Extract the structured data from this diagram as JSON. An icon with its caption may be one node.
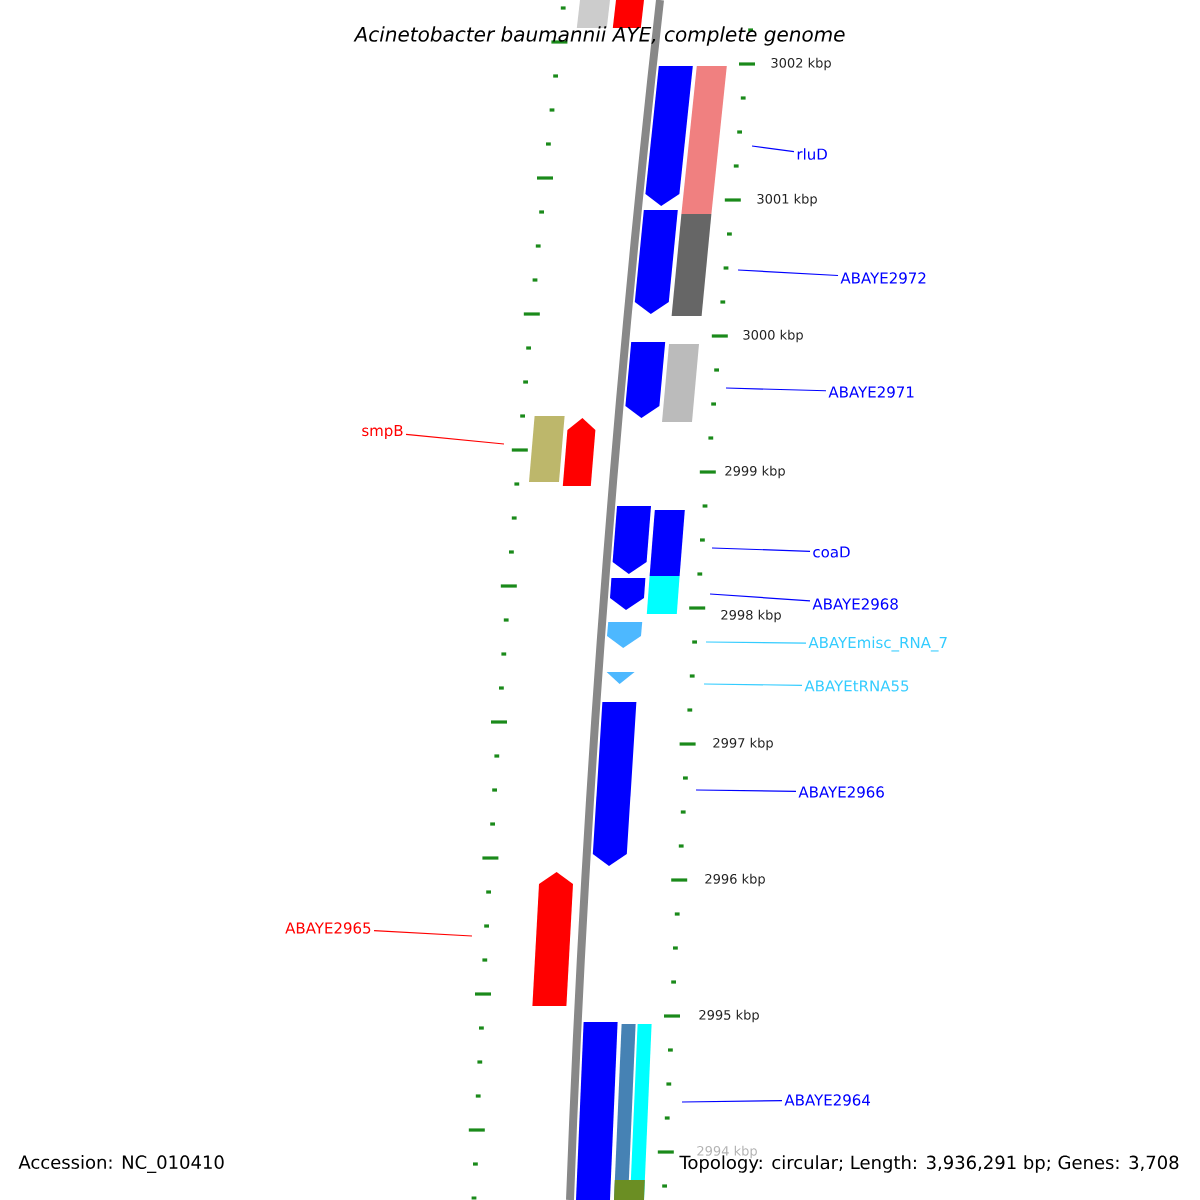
{
  "diagram": {
    "title": "Acinetobacter baumannii AYE, complete genome",
    "nodes": [
      {
        "text": [
          "rluD"
        ]
      },
      {
        "text": [
          "ABAYE2972"
        ]
      },
      {
        "text": [
          "ABAYE2971"
        ]
      },
      {
        "text": [
          "smpB"
        ]
      },
      {
        "text": [
          "coaD"
        ]
      },
      {
        "text": [
          "ABAYE2968"
        ]
      },
      {
        "text": [
          "ABAYEmisc_RNA_7"
        ]
      },
      {
        "text": [
          "ABAYEtRNA55"
        ]
      },
      {
        "text": [
          "ABAYE2966"
        ]
      },
      {
        "text": [
          "ABAYE2965"
        ]
      },
      {
        "text": [
          "ABAYE2964"
        ]
      }
    ],
    "edges": [
      {
        "from": 0,
        "to": null,
        "arrow": "none"
      },
      {
        "from": 1,
        "to": null,
        "arrow": "none"
      },
      {
        "from": 2,
        "to": null,
        "arrow": "none"
      },
      {
        "from": 3,
        "to": null,
        "arrow": "none",
        "color": "#ff0000"
      },
      {
        "from": 4,
        "to": null,
        "arrow": "none"
      },
      {
        "from": 5,
        "to": null,
        "arrow": "none"
      },
      {
        "from": 6,
        "to": null,
        "arrow": "none",
        "color": "#33ccff"
      },
      {
        "from": 7,
        "to": null,
        "arrow": "none",
        "color": "#33ccff"
      },
      {
        "from": 8,
        "to": null,
        "arrow": "none"
      },
      {
        "from": 9,
        "to": null,
        "arrow": "none",
        "color": "#ff0000"
      },
      {
        "from": 10,
        "to": null,
        "arrow": "none"
      }
    ],
    "labels": [
      "3002 kbp",
      "3001 kbp",
      "3000 kbp",
      "2999 kbp",
      "2998 kbp",
      "2997 kbp",
      "2996 kbp",
      "2995 kbp",
      "2994 kbp",
      "Accession: NC_010410",
      "Topology: circular; Length: 3,936,291 bp; Genes: 3,708"
    ]
  }
}
